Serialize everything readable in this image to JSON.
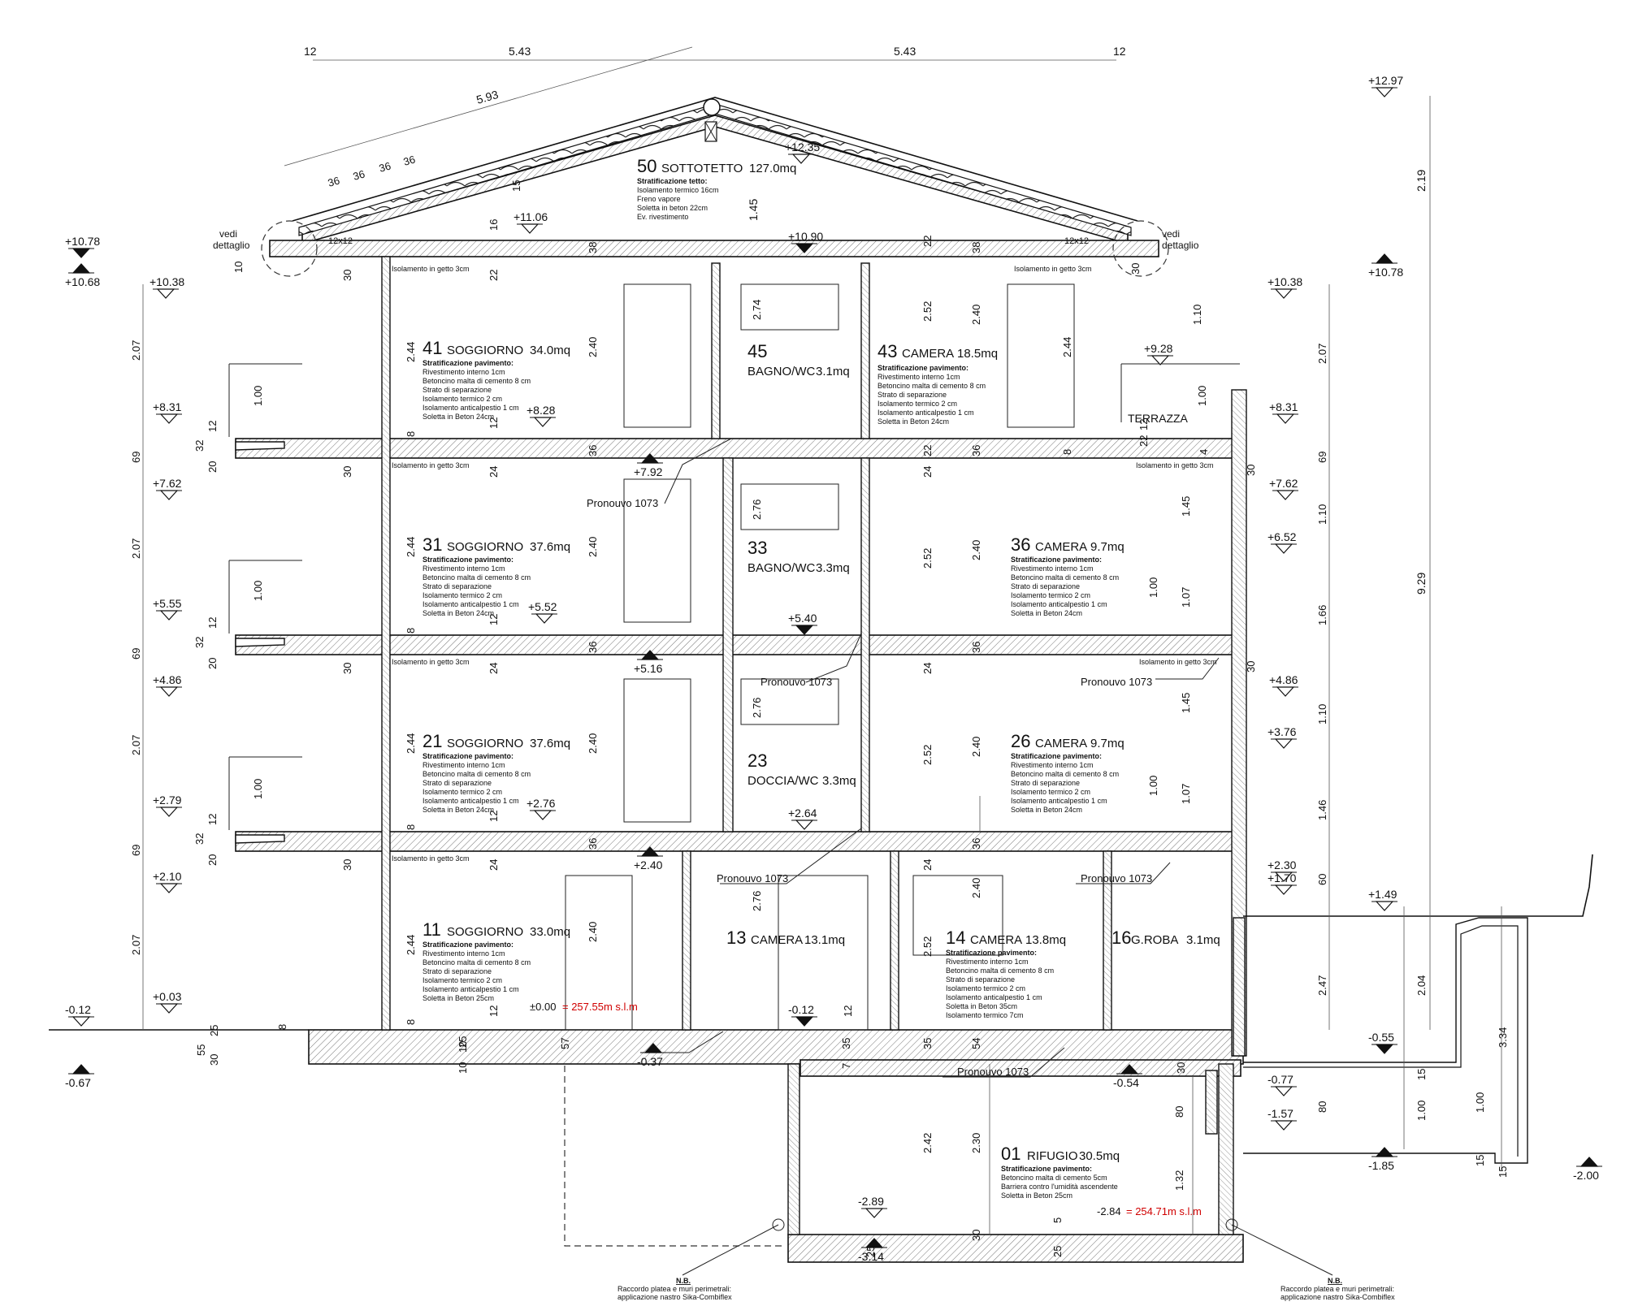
{
  "rooms": {
    "attic": {
      "num": "50",
      "name": "SOTTOTETTO",
      "area": "127.0mq",
      "strat_title": "Stratificazione tetto:",
      "strat": [
        "Isolamento termico 16cm",
        "Freno vapore",
        "Soletta in beton 22cm",
        "Ev. rivestimento"
      ]
    },
    "r41": {
      "num": "41",
      "name": "SOGGIORNO",
      "area": "34.0mq"
    },
    "r45": {
      "num": "45",
      "name": "BAGNO/WC",
      "area": "3.1mq"
    },
    "r43": {
      "num": "43",
      "name": "CAMERA",
      "area": "18.5mq"
    },
    "r31": {
      "num": "31",
      "name": "SOGGIORNO",
      "area": "37.6mq"
    },
    "r33": {
      "num": "33",
      "name": "BAGNO/WC",
      "area": "3.3mq"
    },
    "r36": {
      "num": "36",
      "name": "CAMERA",
      "area": "9.7mq"
    },
    "r21": {
      "num": "21",
      "name": "SOGGIORNO",
      "area": "37.6mq"
    },
    "r23": {
      "num": "23",
      "name": "DOCCIA/WC",
      "area": "3.3mq"
    },
    "r26": {
      "num": "26",
      "name": "CAMERA",
      "area": "9.7mq"
    },
    "r11": {
      "num": "11",
      "name": "SOGGIORNO",
      "area": "33.0mq"
    },
    "r13": {
      "num": "13",
      "name": "CAMERA",
      "area": "13.1mq"
    },
    "r14": {
      "num": "14",
      "name": "CAMERA",
      "area": "13.8mq"
    },
    "r16": {
      "num": "16",
      "name": "G.ROBA",
      "area": "3.1mq"
    },
    "r01": {
      "num": "01",
      "name": "RIFUGIO",
      "area": "30.5mq",
      "strat_title": "Stratificazione pavimento:",
      "strat": [
        "Betoncino malta di cemento 5cm",
        "Barriera contro l'umidità ascendente",
        "Soletta in Beton 25cm"
      ]
    },
    "terrace": "TERRAZZA"
  },
  "floor_strat": {
    "title": "Stratificazione pavimento:",
    "upper": [
      "Rivestimento interno 1cm",
      "Betoncino malta di cemento 8 cm",
      "Strato di separazione",
      "Isolamento termico 2 cm",
      "Isolamento anticalpestio 1 cm",
      "Soletta in Beton 24cm"
    ],
    "ground": [
      "Rivestimento interno 1cm",
      "Betoncino malta di cemento 8 cm",
      "Strato di separazione",
      "Isolamento termico 2 cm",
      "Isolamento anticalpestio 1 cm",
      "Soletta in Beton 25cm"
    ],
    "r14": [
      "Rivestimento interno 1cm",
      "Betoncino malta di cemento 8 cm",
      "Strato di separazione",
      "Isolamento termico 2 cm",
      "Isolamento anticalpestio 1 cm",
      "Soletta in Beton 35cm",
      "Isolamento termico 7cm"
    ]
  },
  "notes": {
    "pronuovo": "Pronouvo 1073",
    "isol_getto": "Isolamento in getto 3cm",
    "vedi": "vedi",
    "dettaglio": "dettaglio",
    "nb": "N.B.",
    "nb_line1": "Raccordo platea e muri perimetrali:",
    "nb_line2": "applicazione nastro Sika-Combiflex",
    "datum_0": "±0.00",
    "datum_0_slm": "= 257.55m s.l.m",
    "datum_r": "-2.84",
    "datum_r_slm": "= 254.71m s.l.m",
    "beam": "12x12"
  },
  "elevations": {
    "e1297": "+12.97",
    "e1235": "+12.35",
    "e1106": "+11.06",
    "e1090": "+10.90",
    "e1078": "+10.78",
    "e1068": "+10.68",
    "e1038": "+10.38",
    "e928": "+9.28",
    "e831": "+8.31",
    "e828": "+8.28",
    "e792": "+7.92",
    "e762": "+7.62",
    "e652": "+6.52",
    "e555": "+5.55",
    "e552": "+5.52",
    "e540": "+5.40",
    "e516": "+5.16",
    "e486": "+4.86",
    "e376": "+3.76",
    "e279": "+2.79",
    "e276": "+2.76",
    "e264": "+2.64",
    "e240": "+2.40",
    "e230": "+2.30",
    "e210": "+2.10",
    "e170": "+1.70",
    "e149": "+1.49",
    "e003": "+0.03",
    "em012": "-0.12",
    "em037": "-0.37",
    "em054": "-0.54",
    "em055": "-0.55",
    "em067": "-0.67",
    "em077": "-0.77",
    "em157": "-1.57",
    "em185": "-1.85",
    "em200": "-2.00",
    "em289": "-2.89",
    "em314": "-3.14"
  },
  "dims": {
    "d543": "5.43",
    "d593": "5.93",
    "d12": "12",
    "d36": "36",
    "d15": "15",
    "d145": "1.45",
    "d219": "2.19",
    "d929": "9.29",
    "d207": "2.07",
    "d69": "69",
    "d100": "1.00",
    "d110": "1.10",
    "d166": "1.66",
    "d146": "1.46",
    "d60": "60",
    "d247": "2.47",
    "d204": "2.04",
    "d334": "3.34",
    "d80": "80",
    "d132": "1.32",
    "d242": "2.42",
    "d230": "2.30",
    "d244": "2.44",
    "d240": "2.40",
    "d252": "2.52",
    "d274": "2.74",
    "d276": "2.76",
    "d107": "1.07",
    "d30": "30",
    "d32": "32",
    "d20": "20",
    "d22": "22",
    "d24": "24",
    "d38": "38",
    "d16": "16",
    "d8": "8",
    "d25": "25",
    "d55": "55",
    "d10": "10",
    "d57": "57",
    "d35": "35",
    "d54": "54",
    "d7": "7",
    "d5": "5",
    "d4": "4"
  }
}
